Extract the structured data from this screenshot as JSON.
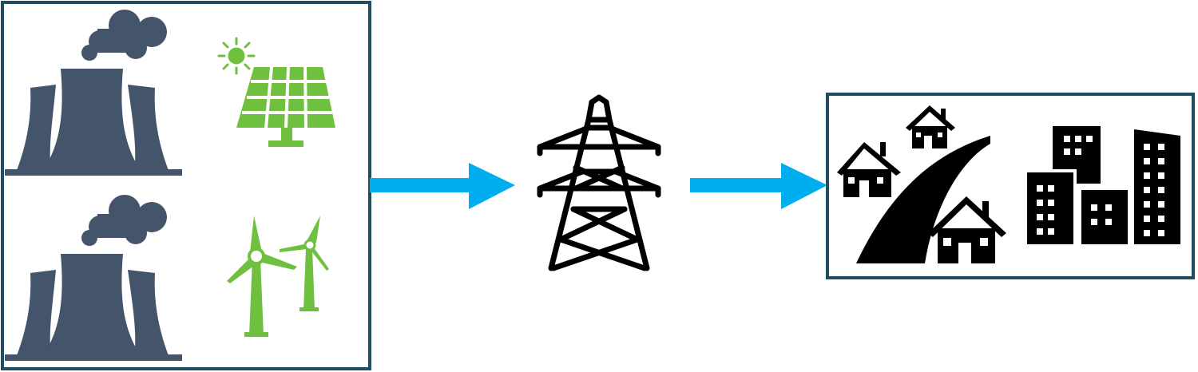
{
  "diagram": {
    "flow": [
      "generation",
      "transmission",
      "consumption"
    ],
    "colors": {
      "frame": "#1f4e63",
      "plant": "#44546a",
      "renewable": "#70c040",
      "arrow": "#00aeef",
      "icon": "#000000",
      "background": "#ffffff"
    },
    "icons": {
      "generation": [
        "power-plant-icon",
        "solar-panel-icon",
        "sun-icon",
        "power-plant-icon",
        "wind-turbine-icon"
      ],
      "transmission": [
        "transmission-tower-icon"
      ],
      "consumption": [
        "houses-icon",
        "road-icon",
        "city-buildings-icon"
      ]
    }
  }
}
